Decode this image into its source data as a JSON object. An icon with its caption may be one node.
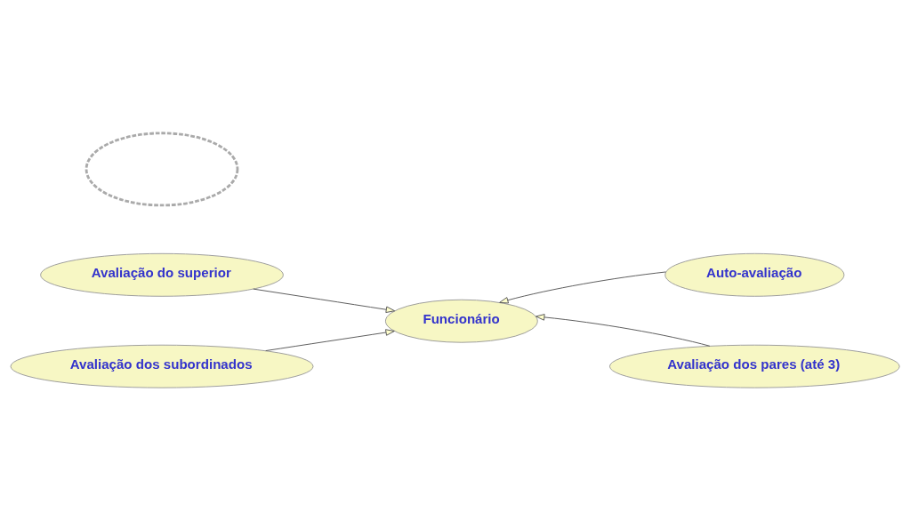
{
  "diagram": {
    "nodes": [
      {
        "text": [
          "Avaliação do superior"
        ]
      },
      {
        "text": [
          "Auto-avaliação"
        ]
      },
      {
        "text": [
          "Funcionário"
        ]
      },
      {
        "text": [
          "Avaliação dos subordinados"
        ]
      },
      {
        "text": [
          "Avaliação dos pares (até 3)"
        ]
      },
      {
        "text": [],
        "shape": "ellipse"
      }
    ],
    "edges": [
      {
        "from": 0,
        "to": 2,
        "arrow": "to"
      },
      {
        "from": 1,
        "to": 2,
        "arrow": "to"
      },
      {
        "from": 3,
        "to": 2,
        "arrow": "to"
      },
      {
        "from": 4,
        "to": 2,
        "arrow": "to"
      }
    ]
  }
}
